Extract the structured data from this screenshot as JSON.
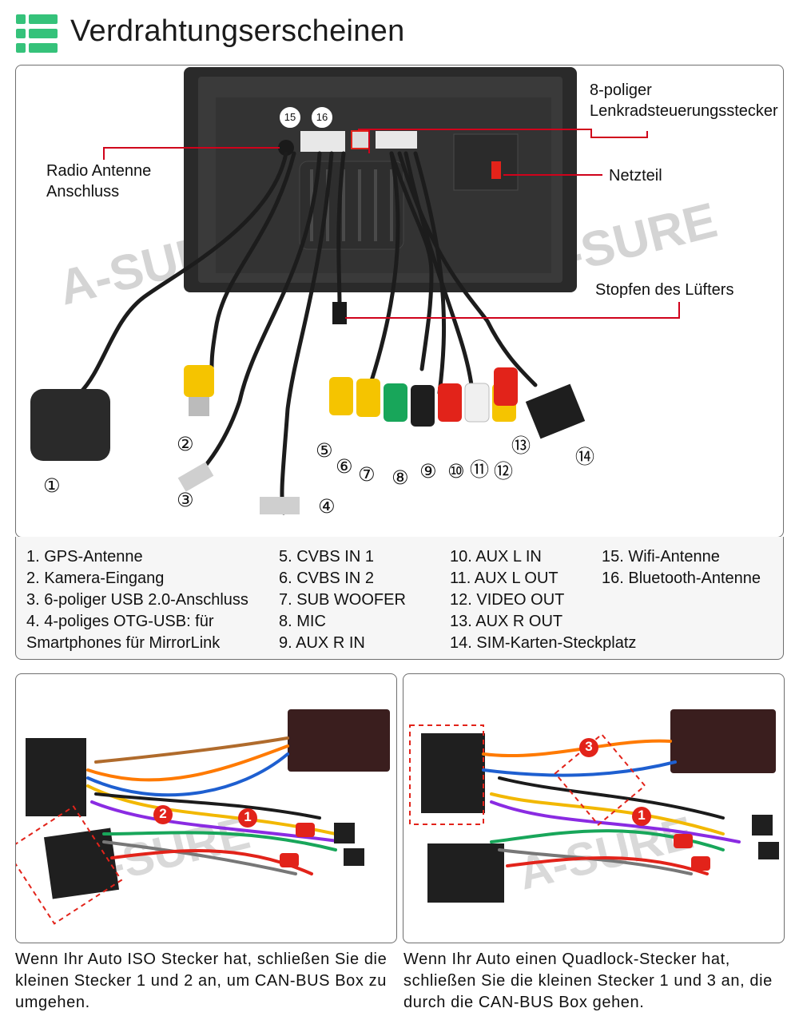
{
  "header": {
    "title": "Verdrahtungserscheinen"
  },
  "top_panel": {
    "callouts": {
      "antenna": "Radio Antenne\nAnschluss",
      "steering": "8-poliger\nLenkradsteuerungsstecker",
      "power": "Netzteil",
      "fan": "Stopfen des Lüfters"
    },
    "number_labels": [
      "①",
      "②",
      "③",
      "④",
      "⑤",
      "⑥",
      "⑦",
      "⑧",
      "⑨",
      "⑩",
      "⑪",
      "⑫",
      "⑬",
      "⑭",
      "15",
      "16"
    ],
    "watermark": "A-SURE"
  },
  "legend": {
    "col1": [
      "1. GPS-Antenne",
      "2. Kamera-Eingang",
      "3. 6-poliger USB 2.0-Anschluss",
      "4. 4-poliges OTG-USB: für",
      "Smartphones für MirrorLink"
    ],
    "col2": [
      "5. CVBS IN 1",
      "6. CVBS IN 2",
      "7. SUB WOOFER",
      "8. MIC",
      "9. AUX R IN"
    ],
    "col3": [
      "10. AUX L IN",
      "11. AUX L OUT",
      "12. VIDEO OUT",
      "13. AUX R OUT",
      "14. SIM-Karten-Steckplatz"
    ],
    "col4": [
      "15. Wifi-Antenne",
      "16. Bluetooth-Antenne"
    ]
  },
  "harness_left": {
    "markers": [
      "2",
      "1"
    ],
    "caption": "Wenn Ihr Auto ISO Stecker hat, schließen Sie die kleinen Stecker 1 und 2 an, um CAN-BUS Box zu umgehen."
  },
  "harness_right": {
    "markers": [
      "3",
      "1"
    ],
    "caption": "Wenn Ihr Auto einen Quadlock-Stecker hat, schließen Sie die kleinen Stecker 1 und 3 an, die durch die CAN-BUS Box gehen."
  },
  "colors": {
    "accent_green": "#35c27a",
    "marker_red": "#e2231a",
    "line_red": "#d0021b"
  }
}
